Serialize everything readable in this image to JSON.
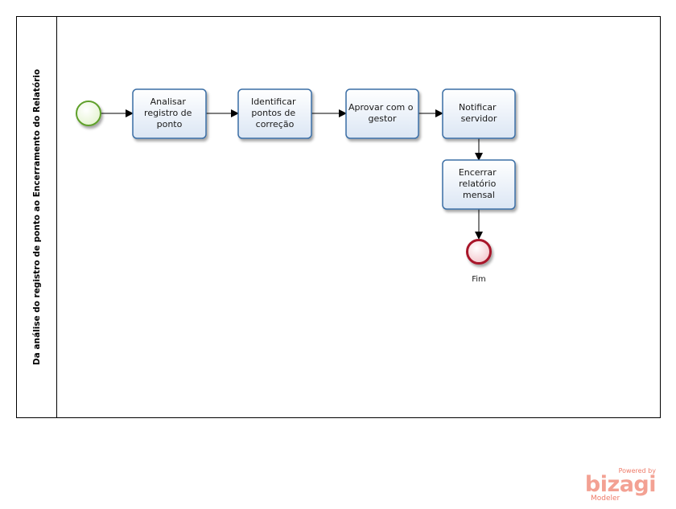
{
  "pool": {
    "lane_label": "Da análise do registro de ponto ao Encerramento do Relatório"
  },
  "tasks": [
    {
      "id": "analisar",
      "lines": [
        "Analisar",
        "registro de",
        "ponto"
      ]
    },
    {
      "id": "identificar",
      "lines": [
        "Identificar",
        "pontos de",
        "correção"
      ]
    },
    {
      "id": "aprovar",
      "lines": [
        "Aprovar com o",
        "gestor"
      ]
    },
    {
      "id": "notificar",
      "lines": [
        "Notificar",
        "servidor"
      ]
    },
    {
      "id": "encerrar",
      "lines": [
        "Encerrar",
        "relatório",
        "mensal"
      ]
    }
  ],
  "events": {
    "start": {
      "label": ""
    },
    "end": {
      "label": "Fim"
    }
  },
  "colors": {
    "task_border": "#3a6ea5",
    "task_fill_top": "#ffffff",
    "task_fill_bottom": "#dbe6f4",
    "start_stroke": "#5fa02a",
    "start_fill": "#f1f9e4",
    "end_stroke": "#a8182a",
    "end_fill": "#f7d6da"
  },
  "watermark": {
    "powered_by": "Powered by",
    "brand": "bizagi",
    "product": "Modeler"
  }
}
